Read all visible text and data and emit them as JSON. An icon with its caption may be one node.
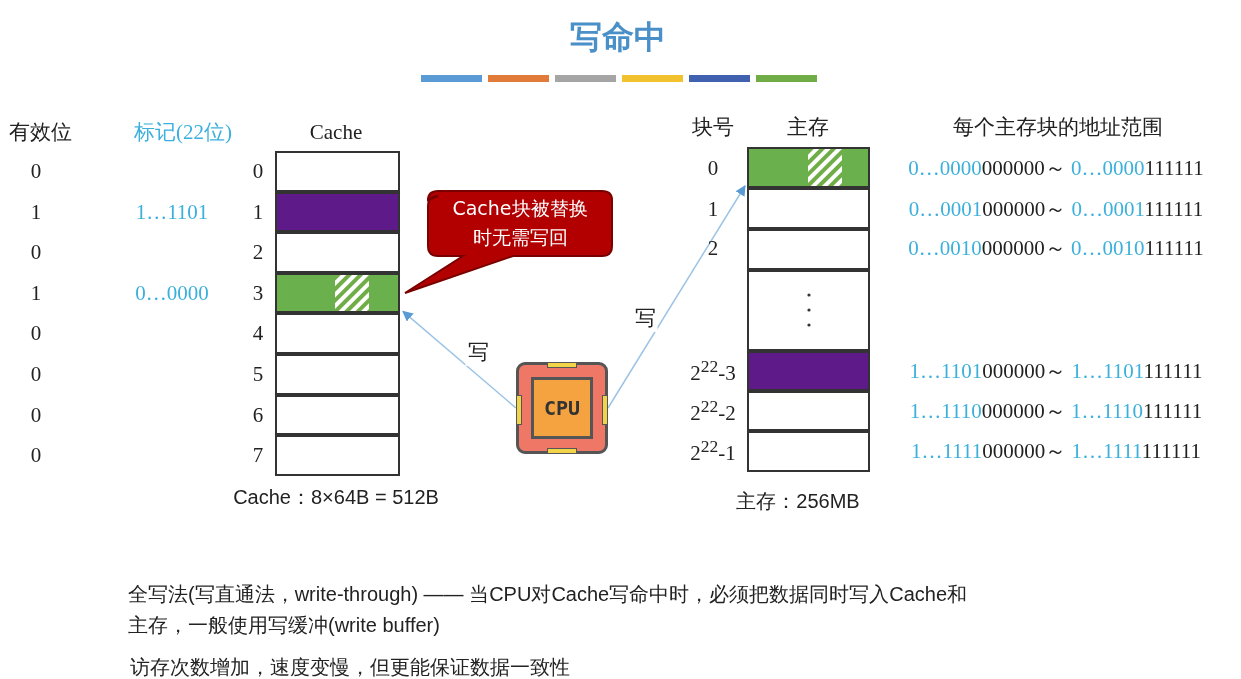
{
  "diagram": {
    "title": "写命中",
    "nodes": [
      {
        "text": [],
        "shape": "box"
      },
      {
        "text": [],
        "shape": "box"
      },
      {
        "text": [],
        "shape": "box"
      },
      {
        "text": [],
        "shape": "box"
      },
      {
        "text": [],
        "shape": "box"
      },
      {
        "text": [],
        "shape": "box"
      },
      {
        "text": [],
        "shape": "box"
      },
      {
        "text": [],
        "shape": "box"
      },
      {
        "text": [],
        "shape": "box"
      },
      {
        "text": [],
        "shape": "box"
      },
      {
        "text": [],
        "shape": "box"
      },
      {
        "text": [],
        "shape": "box"
      },
      {
        "text": [],
        "shape": "box"
      },
      {
        "text": [],
        "shape": "box"
      },
      {
        "text": [],
        "shape": "box"
      },
      {
        "text": [
          "Cache块被替换时无需写回"
        ]
      },
      {
        "text": [
          "CPU"
        ]
      }
    ],
    "edges": [
      {
        "from": 16,
        "to": 3,
        "arrow": "to",
        "label": "写"
      },
      {
        "from": 16,
        "to": 8,
        "arrow": "to",
        "label": "写"
      }
    ],
    "labels": [
      "有效位",
      "标记(22位)",
      "Cache",
      "0",
      "0",
      "1",
      "1…1101",
      "1",
      "0",
      "2",
      "1",
      "0…0000",
      "3",
      "0",
      "4",
      "0",
      "5",
      "0",
      "6",
      "0",
      "7",
      "块号",
      "主存",
      "每个主存块的地址范围",
      "0",
      "0…0000000000～ 0…0000111111",
      "1",
      "0…0001000000～ 0…0001111111",
      "2",
      "0…0010000000～ 0…0010111111",
      "2$^{22}$-3",
      "1…1101000000～ 1…1101111111",
      "2$^{22}$-2",
      "1…1110000000～ 1…1110111111",
      "2$^{22}$-1",
      "1…1111000000～ 1…1111111111",
      "Cache：8×64B = 512B",
      "主存：256MB",
      "全写法(写直通法，write-through) —— 当CPU对Cache写命中时，必须把数据同时写入Cache和主存，一般使用写缓冲(write buffer)",
      "访存次数增加，速度变慢，但更能保证数据一致性"
    ]
  }
}
